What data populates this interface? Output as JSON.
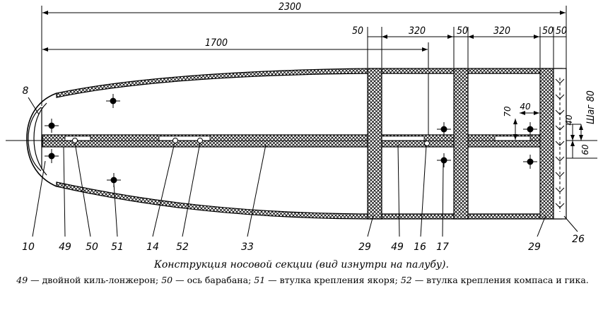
{
  "dimensions": {
    "overall_length": "2300",
    "bow_length": "1700",
    "segment_a": "50",
    "segment_b": "320",
    "segment_c": "50",
    "segment_d": "320",
    "segment_e": "50",
    "segment_f": "50",
    "pitch_label": "Шаг 80",
    "vert_70": "70",
    "horiz_40": "40",
    "vert_40": "40",
    "vert_60": "60"
  },
  "callouts": [
    "8",
    "10",
    "49",
    "50",
    "51",
    "14",
    "52",
    "33",
    "29",
    "49",
    "16",
    "17",
    "29",
    "26"
  ],
  "caption": {
    "title": "Конструкция носовой секции (вид изнутри на палубу).",
    "legend": [
      {
        "num": "49",
        "text": " — двойной киль-лонжерон; "
      },
      {
        "num": "50",
        "text": " — ось барабана; "
      },
      {
        "num": "51",
        "text": " — втулка крепления якоря; "
      },
      {
        "num": "52",
        "text": " — втулка крепления компаса и гика."
      }
    ]
  }
}
